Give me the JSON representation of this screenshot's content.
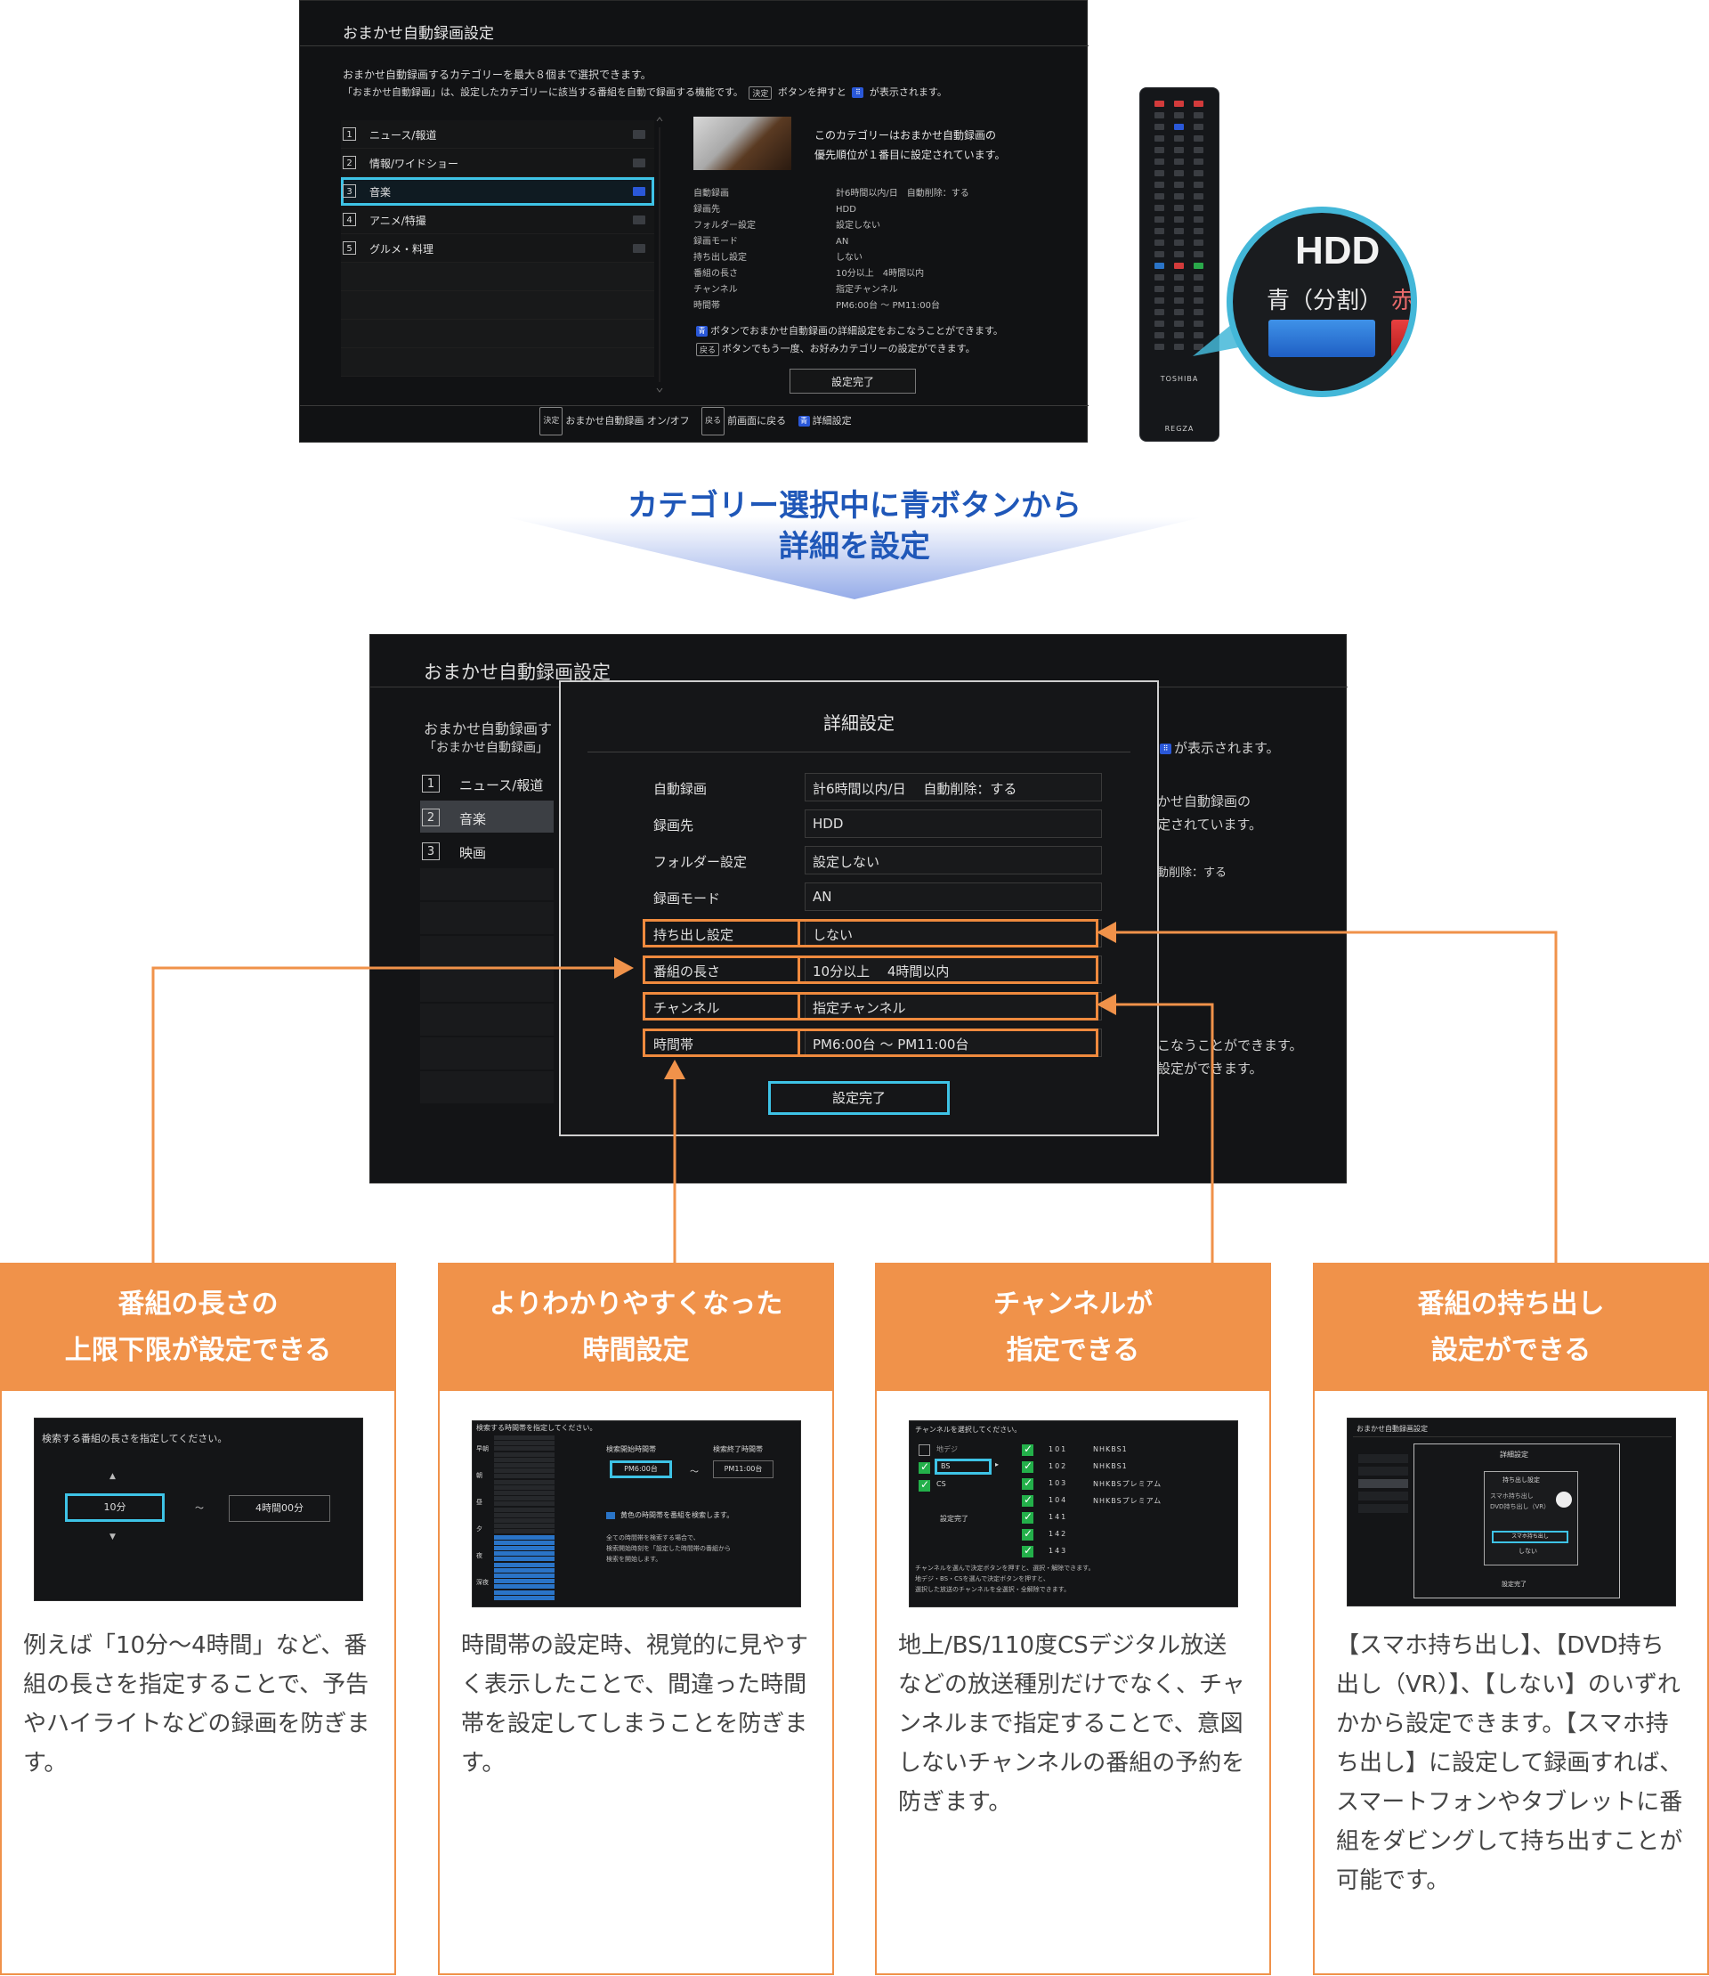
{
  "top_screen": {
    "title": "おまかせ自動録画設定",
    "desc_line1": "おまかせ自動録画するカテゴリーを最大８個まで選択できます。",
    "desc_line2a": "「おまかせ自動録画」は、設定したカテゴリーに該当する番組を自動で録画する機能です。",
    "desc_key1": "決定",
    "desc_line2b": "ボタンを押すと",
    "desc_line2c": "が表示されます。",
    "categories": [
      {
        "num": "1",
        "label": "ニュース/報道"
      },
      {
        "num": "2",
        "label": "情報/ワイドショー"
      },
      {
        "num": "3",
        "label": "音楽"
      },
      {
        "num": "4",
        "label": "アニメ/特撮"
      },
      {
        "num": "5",
        "label": "グルメ・料理"
      }
    ],
    "info_line1": "このカテゴリーはおまかせ自動録画の",
    "info_line2": "優先順位が１番目に設定されています。",
    "details": [
      {
        "k": "自動録画",
        "v": "計6時間以内/日　自動削除：する"
      },
      {
        "k": "録画先",
        "v": "HDD"
      },
      {
        "k": "フォルダー設定",
        "v": "設定しない"
      },
      {
        "k": "録画モード",
        "v": "AN"
      },
      {
        "k": "持ち出し設定",
        "v": "しない"
      },
      {
        "k": "番組の長さ",
        "v": "10分以上　4時間以内"
      },
      {
        "k": "チャンネル",
        "v": "指定チャンネル"
      },
      {
        "k": "時間帯",
        "v": "PM6:00台 ～ PM11:00台"
      }
    ],
    "help_key1": "青",
    "help1": "ボタンでおまかせ自動録画の詳細設定をおこなうことができます。",
    "help_key2": "戻る",
    "help2": "ボタンでもう一度、お好みカテゴリーの設定ができます。",
    "done_label": "設定完了",
    "footer_key1": "決定",
    "footer1": "おまかせ自動録画 オン/オフ",
    "footer_key2": "戻る",
    "footer2": "前画面に戻る",
    "footer_key3": "青",
    "footer3": "詳細設定"
  },
  "remote": {
    "brand1": "TOSHIBA",
    "brand2": "REGZA",
    "zoom_hdd": "HDD",
    "zoom_blue_label": "青（分割）",
    "zoom_red_label": "赤"
  },
  "banner": {
    "line1": "カテゴリー選択中に青ボタンから",
    "line2": "詳細を設定"
  },
  "second_screen": {
    "title": "おまかせ自動録画設定",
    "bg_line1": "おまかせ自動録画す",
    "bg_line2": "「おまかせ自動録画」",
    "bg_right1": "が表示されます。",
    "bg_right2": "かせ自動録画の",
    "bg_right3": "定されています。",
    "bg_right4": "動削除：する",
    "bg_right5": "こなうことができます。",
    "bg_right6": "設定ができます。",
    "categories": [
      {
        "num": "1",
        "label": "ニュース/報道"
      },
      {
        "num": "2",
        "label": "音楽"
      },
      {
        "num": "3",
        "label": "映画"
      }
    ],
    "dialog": {
      "title": "詳細設定",
      "rows": [
        {
          "k": "自動録画",
          "v": "計6時間以内/日　 自動削除：する"
        },
        {
          "k": "録画先",
          "v": "HDD"
        },
        {
          "k": "フォルダー設定",
          "v": "設定しない"
        },
        {
          "k": "録画モード",
          "v": "AN"
        },
        {
          "k": "持ち出し設定",
          "v": "しない"
        },
        {
          "k": "番組の長さ",
          "v": "10分以上　 4時間以内"
        },
        {
          "k": "チャンネル",
          "v": "指定チャンネル"
        },
        {
          "k": "時間帯",
          "v": "PM6:00台 ～ PM11:00台"
        }
      ],
      "done_label": "設定完了"
    }
  },
  "cards": [
    {
      "head1": "番組の長さの",
      "head2": "上限下限が設定できる",
      "shot": {
        "prompt": "検索する番組の長さを指定してください。",
        "from": "10分",
        "sep": "～",
        "to": "4時間00分"
      },
      "text": "例えば「10分～4時間」など、番組の長さを指定することで、予告やハイライトなどの録画を防ぎます。"
    },
    {
      "head1": "よりわかりやすくなった",
      "head2": "時間設定",
      "shot": {
        "prompt": "検索する時間帯を指定してください。",
        "start_label": "検索開始時間帯",
        "end_label": "検索終了時間帯",
        "start_val": "PM6:00台",
        "end_val": "PM11:00台",
        "sep": "～",
        "legend": "黄色の時間帯を番組を検索します。",
        "note1": "全ての時間帯を検索する場合で、",
        "note2": "検索開始時刻を「設定した時間帯の番組から",
        "note3": "検索を開始します。",
        "day_labels": [
          "早朝",
          "朝",
          "昼",
          "夕",
          "夜",
          "深夜"
        ]
      },
      "text": "時間帯の設定時、視覚的に見やすく表示したことで、間違った時間帯を設定してしまうことを防ぎます。"
    },
    {
      "head1": "チャンネルが",
      "head2": "指定できる",
      "shot": {
        "prompt": "チャンネルを選択してください。",
        "types": [
          "地デジ",
          "BS",
          "CS"
        ],
        "done": "設定完了",
        "channels": [
          {
            "num": "101",
            "name": "NHKBS1"
          },
          {
            "num": "102",
            "name": "NHKBS1"
          },
          {
            "num": "103",
            "name": "NHKBSプレミアム"
          },
          {
            "num": "104",
            "name": "NHKBSプレミアム"
          },
          {
            "num": "141",
            "name": ""
          },
          {
            "num": "142",
            "name": ""
          },
          {
            "num": "143",
            "name": ""
          }
        ],
        "note1": "チャンネルを選んで決定ボタンを押すと、選択・解除できます。",
        "note2": "地デジ・BS・CSを選んで決定ボタンを押すと、",
        "note3": "選択した放送のチャンネルを全選択・全解除できます。"
      },
      "text": "地上/BS/110度CSデジタル放送などの放送種別だけでなく、チャンネルまで指定することで、意図しないチャンネルの番組の予約を防ぎます。"
    },
    {
      "head1": "番組の持ち出し",
      "head2": "設定ができる",
      "shot": {
        "title": "おまかせ自動録画設定",
        "dialog_title": "詳細設定",
        "item1": "持ち出し設定",
        "opt1": "スマホ持ち出し",
        "opt2": "DVD持ち出し（VR）",
        "opt3": "しない",
        "done": "設定完了"
      },
      "text": "【スマホ持ち出し】、【DVD持ち出し（VR）】、【しない】のいずれかから設定できます。【スマホ持ち出し】に設定して録画すれば、スマートフォンやタブレットに番組をダビングして持ち出すことが可能です。"
    }
  ],
  "colors": {
    "accent_orange": "#f0924a",
    "highlight_cyan": "#3ec3e6",
    "banner_blue": "#1f57b8",
    "tv_bg": "#131416"
  }
}
